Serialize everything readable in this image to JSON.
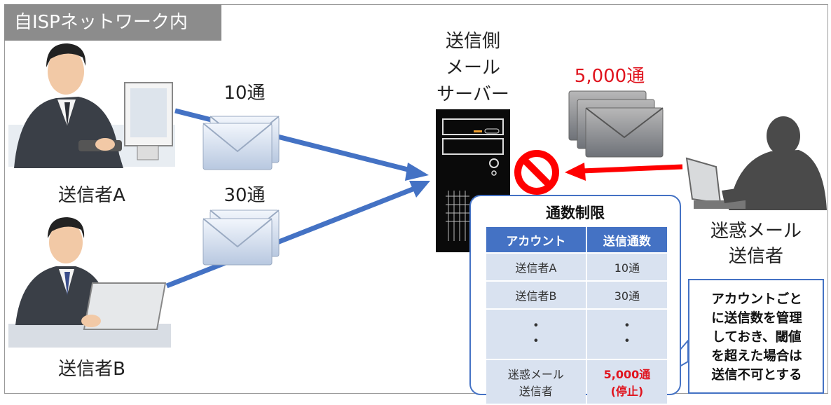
{
  "region_label": "自ISPネットワーク内",
  "server": {
    "label_lines": [
      "送信側",
      "メール",
      "サーバー"
    ]
  },
  "senders": [
    {
      "label": "送信者A",
      "mail_count": "10通"
    },
    {
      "label": "送信者B",
      "mail_count": "30通"
    }
  ],
  "spammer": {
    "label_lines": [
      "迷惑メール",
      "送信者"
    ],
    "mail_count": "5,000通"
  },
  "limit_table": {
    "title": "通数制限",
    "headers": [
      "アカウント",
      "送信通数"
    ],
    "rows": [
      {
        "account": "送信者A",
        "count": "10通"
      },
      {
        "account": "送信者B",
        "count": "30通"
      }
    ],
    "dots": [
      "・",
      "・"
    ],
    "spam_row": {
      "account_lines": [
        "迷惑メール",
        "送信者"
      ],
      "count": "5,000通",
      "note": "(停止)"
    }
  },
  "callout": {
    "lines": [
      "アカウントごと",
      "に送信数を管理",
      "しておき、閾値",
      "を超えた場合は",
      "送信不可とする"
    ]
  },
  "colors": {
    "arrow_blue": "#4472c4",
    "block_red": "#ff0000",
    "count_red": "#e0141e",
    "label_gray": "#8c8c8c"
  }
}
